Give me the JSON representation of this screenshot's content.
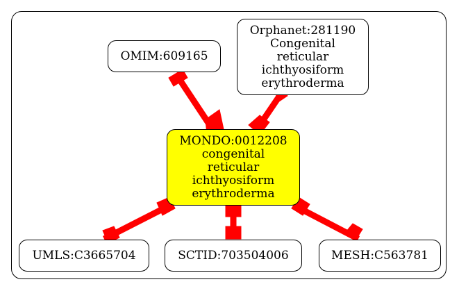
{
  "colors": {
    "edge": "#ff0000",
    "center_fill": "#ffff00",
    "node_fill": "#ffffff",
    "border": "#000000"
  },
  "nodes": {
    "center": {
      "lines": [
        "MONDO:0012208",
        "congenital",
        "reticular",
        "ichthyosiform",
        "erythroderma"
      ]
    },
    "omim": {
      "lines": [
        "OMIM:609165"
      ]
    },
    "orphanet": {
      "lines": [
        "Orphanet:281190",
        "Congenital",
        "reticular",
        "ichthyosiform",
        "erythroderma"
      ]
    },
    "umls": {
      "lines": [
        "UMLS:C3665704"
      ]
    },
    "sctid": {
      "lines": [
        "SCTID:703504006"
      ]
    },
    "mesh": {
      "lines": [
        "MESH:C563781"
      ]
    }
  }
}
